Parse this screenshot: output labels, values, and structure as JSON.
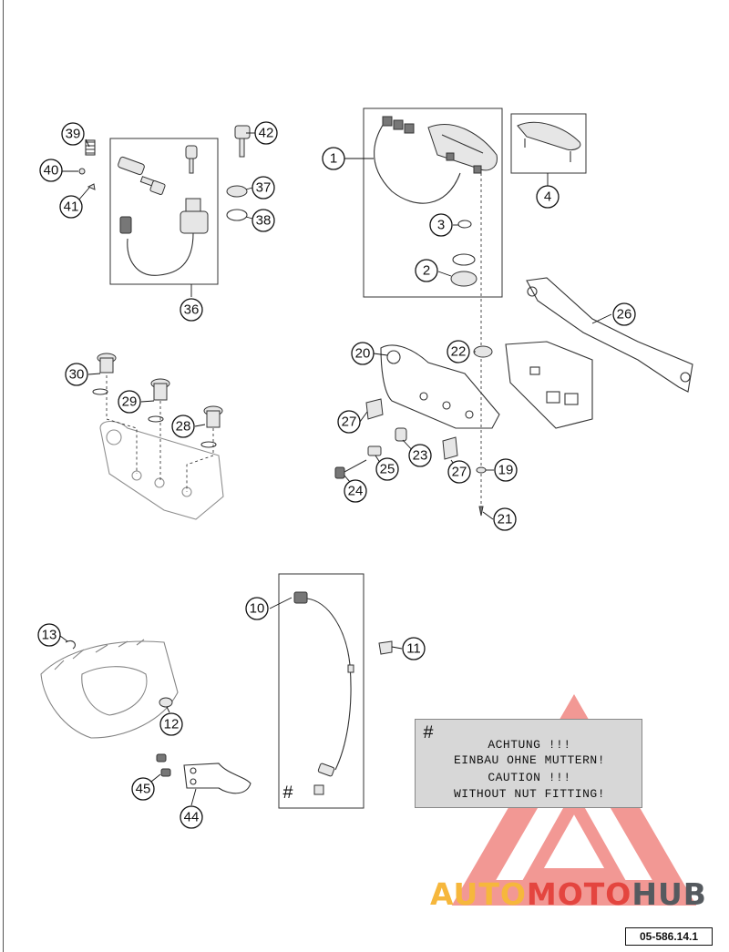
{
  "callouts": {
    "c1": "1",
    "c2": "2",
    "c3": "3",
    "c4": "4",
    "c10": "10",
    "c11": "11",
    "c12": "12",
    "c13": "13",
    "c19": "19",
    "c20": "20",
    "c21": "21",
    "c22": "22",
    "c23": "23",
    "c24": "24",
    "c25": "25",
    "c26": "26",
    "c27a": "27",
    "c27b": "27",
    "c28": "28",
    "c29": "29",
    "c30": "30",
    "c36": "36",
    "c37": "37",
    "c38": "38",
    "c39": "39",
    "c40": "40",
    "c41": "41",
    "c42": "42",
    "c44": "44",
    "c45": "45"
  },
  "warning": {
    "hash": "#",
    "line1": "ACHTUNG !!!",
    "line2": "EINBAU OHNE MUTTERN!",
    "line3": "CAUTION !!!",
    "line4": "WITHOUT NUT FITTING!"
  },
  "sensor_hash": "#",
  "watermark": {
    "part1": "AUTO",
    "part2": "MOTO",
    "part3": "HUB",
    "colors": {
      "yellow": "#f6b73c",
      "red": "#e4453f",
      "gray": "#555a5f"
    }
  },
  "reference_code": "05-586.14.1"
}
